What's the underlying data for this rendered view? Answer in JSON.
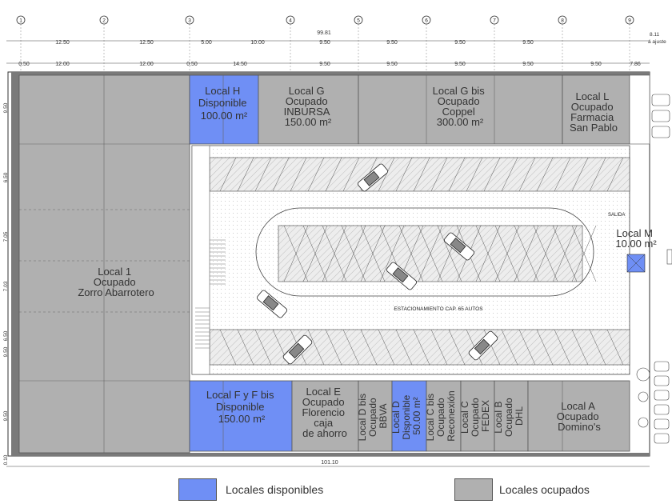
{
  "colors": {
    "available": "#6f8ff5",
    "occupied": "#b0b0b0",
    "wall": "#7a7a7a",
    "line": "#333333"
  },
  "grid_axes": [
    "1",
    "2",
    "3",
    "4",
    "5",
    "6",
    "7",
    "8",
    "9"
  ],
  "top_dims_row1": [
    "12.50",
    "12.50",
    "5.00",
    "10.00",
    "9.50",
    "9.50",
    "9.50",
    "9.50"
  ],
  "top_dims_row2": [
    "0.50",
    "12.00",
    "12.00",
    "0.50",
    "14.50",
    "9.50",
    "9.50",
    "9.50",
    "9.50",
    "9.50",
    "9.50",
    "7.86"
  ],
  "overall_top": "99.81",
  "overall_bottom": "101.10",
  "top_right_dims": [
    "8.11",
    "á ajuste"
  ],
  "left_dims": [
    "9.50",
    "6.50",
    "7.05",
    "7.03",
    "6.50",
    "9.50",
    "9.50",
    "0.10"
  ],
  "units": {
    "local_h": {
      "lines": [
        "Local H",
        "Disponible",
        "",
        "100.00 m²"
      ],
      "status": "available"
    },
    "local_g": {
      "lines": [
        "Local G",
        "Ocupado",
        "INBURSA",
        "150.00 m²"
      ],
      "status": "occupied"
    },
    "local_g_bis": {
      "lines": [
        "Local G bis",
        "Ocupado",
        "Coppel",
        "300.00 m²"
      ],
      "status": "occupied"
    },
    "local_l": {
      "lines": [
        "Local L",
        "Ocupado",
        "Farmacia",
        "San Pablo"
      ],
      "status": "occupied"
    },
    "local_1": {
      "lines": [
        "Local 1",
        "Ocupado",
        "Zorro Abarrotero"
      ],
      "status": "occupied"
    },
    "local_m": {
      "lines": [
        "Local M",
        "10.00 m²"
      ],
      "status": "available"
    },
    "local_f": {
      "lines": [
        "Local F y F bis",
        "Disponible",
        "",
        "150.00 m²"
      ],
      "status": "available"
    },
    "local_e": {
      "lines": [
        "Local E",
        "Ocupado",
        "Florencio",
        "caja",
        "de ahorro"
      ],
      "status": "occupied"
    },
    "local_d_bis": {
      "lines": [
        "Local D bis",
        "Ocupado",
        "BBVA"
      ],
      "status": "occupied"
    },
    "local_d": {
      "lines": [
        "Local D",
        "Disponible",
        "50.00 m²"
      ],
      "status": "available"
    },
    "local_c_bis": {
      "lines": [
        "Local C bis",
        "Ocupado",
        "Reconexión"
      ],
      "status": "occupied"
    },
    "local_c": {
      "lines": [
        "Local C",
        "Ocupado",
        "FEDEX"
      ],
      "status": "occupied"
    },
    "local_b": {
      "lines": [
        "Local B",
        "Ocupado",
        "DHL"
      ],
      "status": "occupied"
    },
    "local_a": {
      "lines": [
        "Local A",
        "Ocupado",
        "Domino's"
      ],
      "status": "occupied"
    }
  },
  "parking_label": "ESTACIONAMIENTO CAP. 65 AUTOS",
  "salida_label": "SALIDA",
  "legend": {
    "available_label": "Locales disponibles",
    "occupied_label": "Locales ocupados"
  }
}
